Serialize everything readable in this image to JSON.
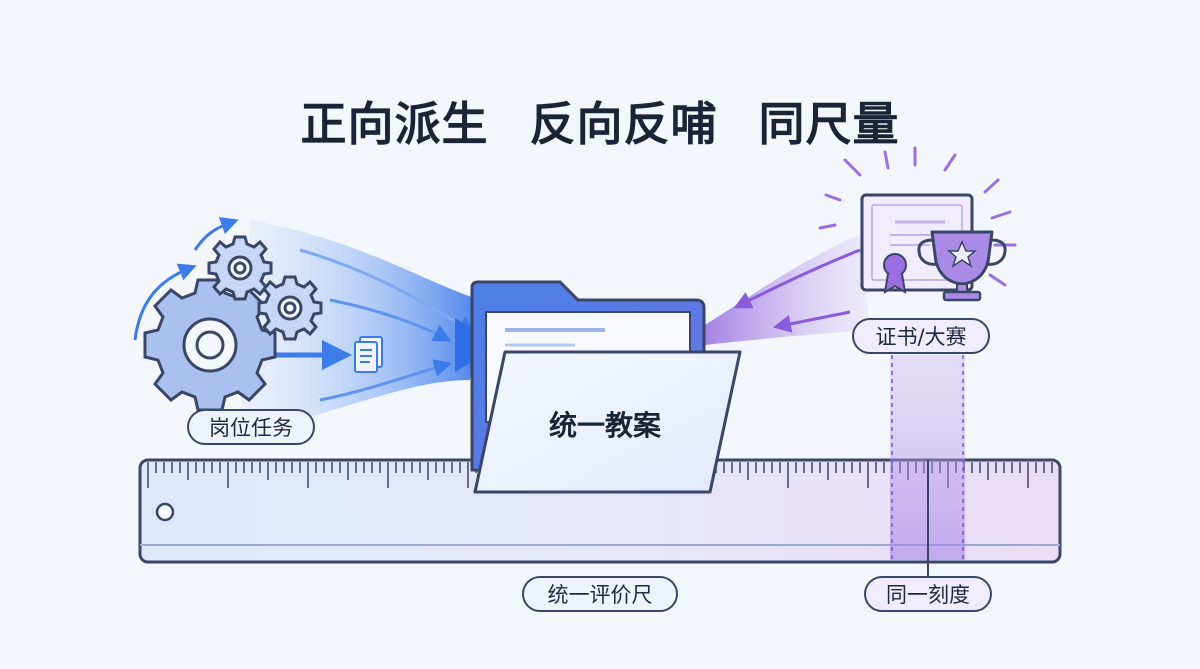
{
  "title": {
    "part1": "正向派生",
    "part2": "反向反哺",
    "part3": "同尺量"
  },
  "labels": {
    "job_tasks": "岗位任务",
    "unified_lesson_plan": "统一教案",
    "certificate_competition": "证书/大赛",
    "unified_ruler": "统一评价尺",
    "same_scale": "同一刻度"
  },
  "icons": [
    "gear-icon",
    "document-icon",
    "folder-icon",
    "certificate-icon",
    "trophy-icon",
    "ruler-icon"
  ],
  "colors": {
    "blue_accent": "#3b7bea",
    "purple_accent": "#9b6fe0",
    "outline": "#3a4668",
    "background": "#f3f6fb"
  }
}
